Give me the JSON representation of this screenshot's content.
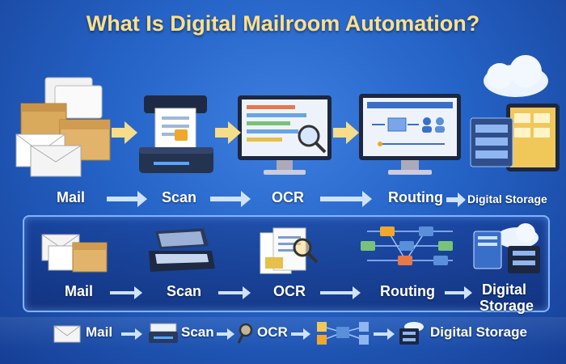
{
  "title": "What Is Digital Mailroom Automation?",
  "row_top": {
    "mail": "Mail",
    "scan": "Scan",
    "ocr": "OCR",
    "routing": "Routing",
    "storage": "Digital Storage"
  },
  "row_middle": {
    "mail": "Mail",
    "scan": "Scan",
    "ocr": "OCR",
    "routing": "Routing",
    "storage_line1": "Digital",
    "storage_line2": "Storage"
  },
  "row_bottom": {
    "mail": "Mail",
    "scan": "Scan",
    "ocr": "OCR",
    "storage": "Digital Storage"
  },
  "colors": {
    "title": "#ffe08a",
    "background": "#2563c6",
    "arrow": "#cfe3ff",
    "panel_border": "#7fb3ff"
  }
}
